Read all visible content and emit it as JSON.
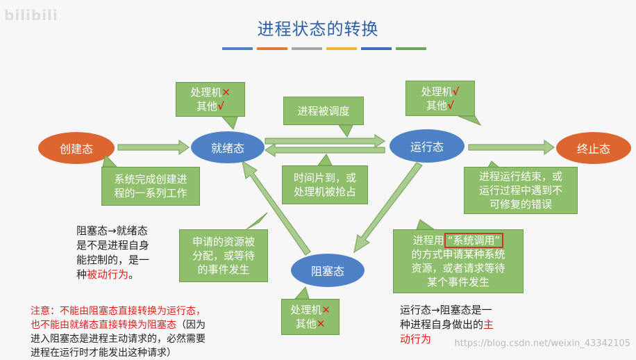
{
  "watermark": "bilibili",
  "title": "进程状态的转换",
  "title_bar_colors": [
    "#4a86c8",
    "#e07a38",
    "#a6a6a6",
    "#f0b830",
    "#3e6eb8",
    "#6aa84f"
  ],
  "states": {
    "create": "创建态",
    "ready": "就绪态",
    "running": "运行态",
    "terminate": "终止态",
    "blocked": "阻塞态"
  },
  "callouts": {
    "ready_top": {
      "line1": "处理机",
      "mark1": "✕",
      "line2": "其他",
      "mark2": "√"
    },
    "running_top": {
      "line1": "处理机",
      "mark1": "√",
      "line2": "其他",
      "mark2": "√"
    },
    "blocked_bottom": {
      "line1": "处理机",
      "mark1": "✕",
      "line2": "其他",
      "mark2": "✕"
    },
    "schedule": "进程被调度",
    "timeslice": [
      "时间片到，或",
      "处理机被抢占"
    ],
    "create_done": [
      "系统完成创建进",
      "程的一系列工作"
    ],
    "finish": [
      "进程运行结束，或",
      "运行过程中遇到不",
      "可修复的错误"
    ],
    "resource": [
      "申请的资源被",
      "分配，或等待",
      "的事件发生"
    ],
    "syscall": {
      "pre": "进程用",
      "highlight": "“系统调用”",
      "lines": [
        "的方式申请某种系统",
        "资源，或者请求等待",
        "某个事件发生"
      ]
    }
  },
  "passive_note": {
    "line1": "阻塞态→就绪态",
    "line2": "是不是进程自身",
    "line3": "能控制的，是一",
    "line4_pre": "种",
    "line4_red": "被动行为",
    "line4_post": "。"
  },
  "active_note": {
    "line1": "运行态→阻塞态是一",
    "line2_pre": "种进程自身做出的",
    "line2_red": "主",
    "line3_red": "动行为"
  },
  "warning": {
    "red1": "注意：不能由阻塞态直接转换为运行态，",
    "red2": "也不能由就绪态直接转换为阻塞态",
    "black2": "（因为",
    "line3": "进入阻塞态是进程主动请求的，必然需要",
    "line4": "进程在运行时才能发出这种请求）"
  },
  "url": "https://blog.csdn.net/weixin_43342105",
  "colors": {
    "arrow": "#9ac27b",
    "callout": "#8fbe6c",
    "state_orange": "#dd6630",
    "state_blue": "#4d82c6",
    "title": "#2f5fa8",
    "red": "#e0201a"
  }
}
